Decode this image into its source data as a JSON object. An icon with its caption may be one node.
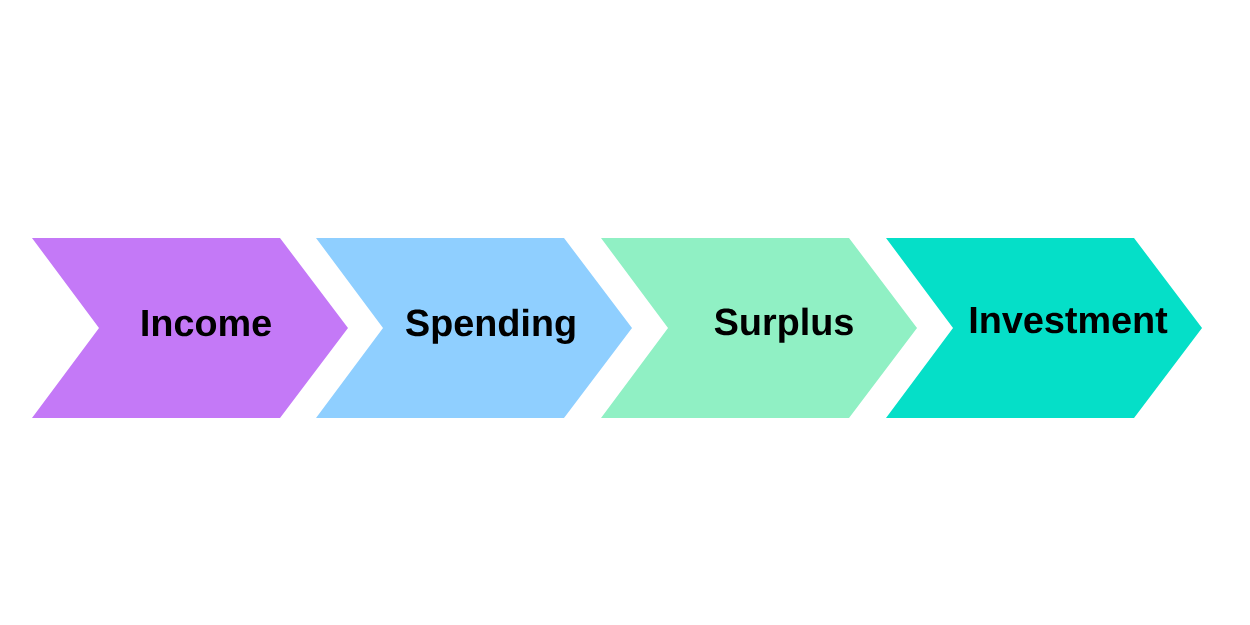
{
  "diagram": {
    "nodes": [
      {
        "text": [
          "Income"
        ]
      },
      {
        "text": [
          "Spending"
        ]
      },
      {
        "text": [
          "Surplus"
        ]
      },
      {
        "text": [
          "Investment"
        ]
      }
    ]
  }
}
